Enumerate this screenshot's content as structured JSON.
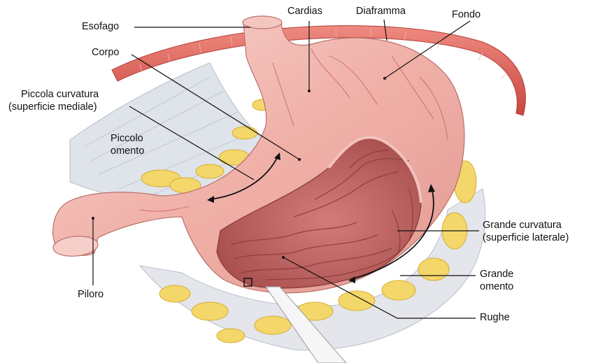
{
  "labels": {
    "esofago": "Esofago",
    "cardias": "Cardias",
    "diaframma": "Diaframma",
    "fondo": "Fondo",
    "corpo": "Corpo",
    "piccola_curvatura_1": "Piccola curvatura",
    "piccola_curvatura_2": "(superficie mediale)",
    "piccolo_omento_1": "Piccolo",
    "piccolo_omento_2": "omento",
    "grande_curvatura_1": "Grande curvatura",
    "grande_curvatura_2": "(superficie laterale)",
    "grande_omento_1": "Grande",
    "grande_omento_2": "omento",
    "piloro": "Piloro",
    "rughe": "Rughe"
  },
  "colors": {
    "stomach": "#f2b6b0",
    "diaphragm": "#e0655d",
    "fat": "#f4d76a",
    "omentum": "#dfe3ea",
    "interior": "#c9706e",
    "leader": "#111111"
  }
}
